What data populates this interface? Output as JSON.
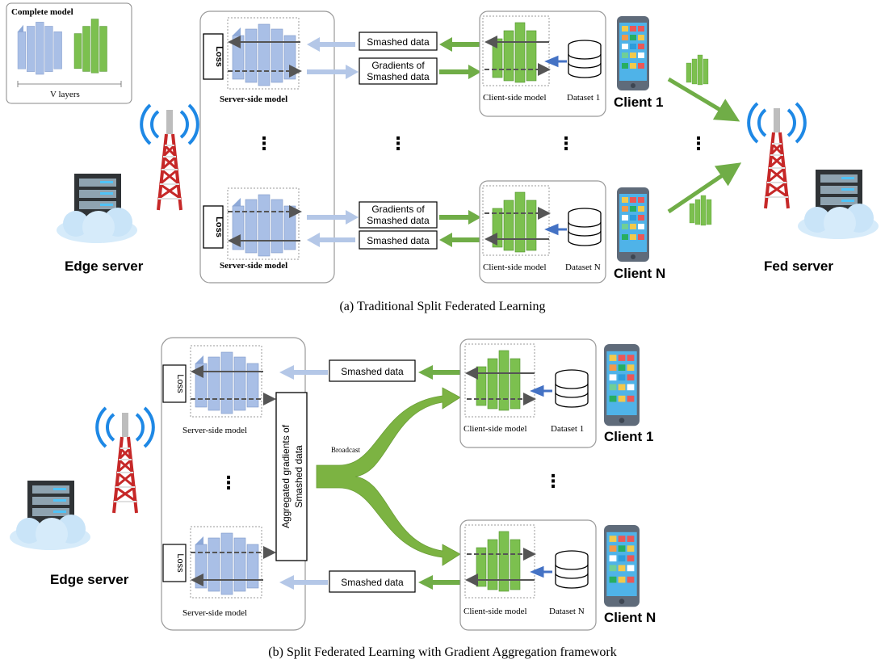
{
  "panel_a": {
    "caption": "(a) Traditional Split Federated Learning",
    "complete_model_title": "Complete model",
    "v_layers": "V layers",
    "loss": "Loss",
    "server_side_model": "Server-side model",
    "smashed_data": "Smashed data",
    "gradients_line1": "Gradients of",
    "gradients_line2": "Smashed data",
    "client_side_model": "Client-side model",
    "dataset_1": "Dataset 1",
    "dataset_n": "Dataset N",
    "client_1": "Client 1",
    "client_n": "Client N",
    "edge_server": "Edge server",
    "fed_server": "Fed server",
    "ellipsis": "⋮"
  },
  "panel_b": {
    "caption": "(b) Split Federated Learning with Gradient Aggregation framework",
    "loss": "Loss",
    "server_side_model": "Server-side model",
    "smashed_data": "Smashed data",
    "aggregated_line1": "Aggregated gradients of",
    "aggregated_line2": "Smashed data",
    "broadcast": "Broadcast",
    "client_side_model": "Client-side model",
    "dataset_1": "Dataset 1",
    "dataset_n": "Dataset N",
    "client_1": "Client 1",
    "client_n": "Client N",
    "edge_server": "Edge server",
    "ellipsis": "⋮"
  },
  "colors": {
    "server_layer": "#9fb6e0",
    "client_layer": "#6db33f",
    "arrow_light_blue": "#b4c7e7",
    "arrow_green": "#70ad47",
    "arrow_dark_blue": "#4472c4",
    "tower_red": "#d32f2f",
    "signal_blue": "#1e88e5"
  }
}
